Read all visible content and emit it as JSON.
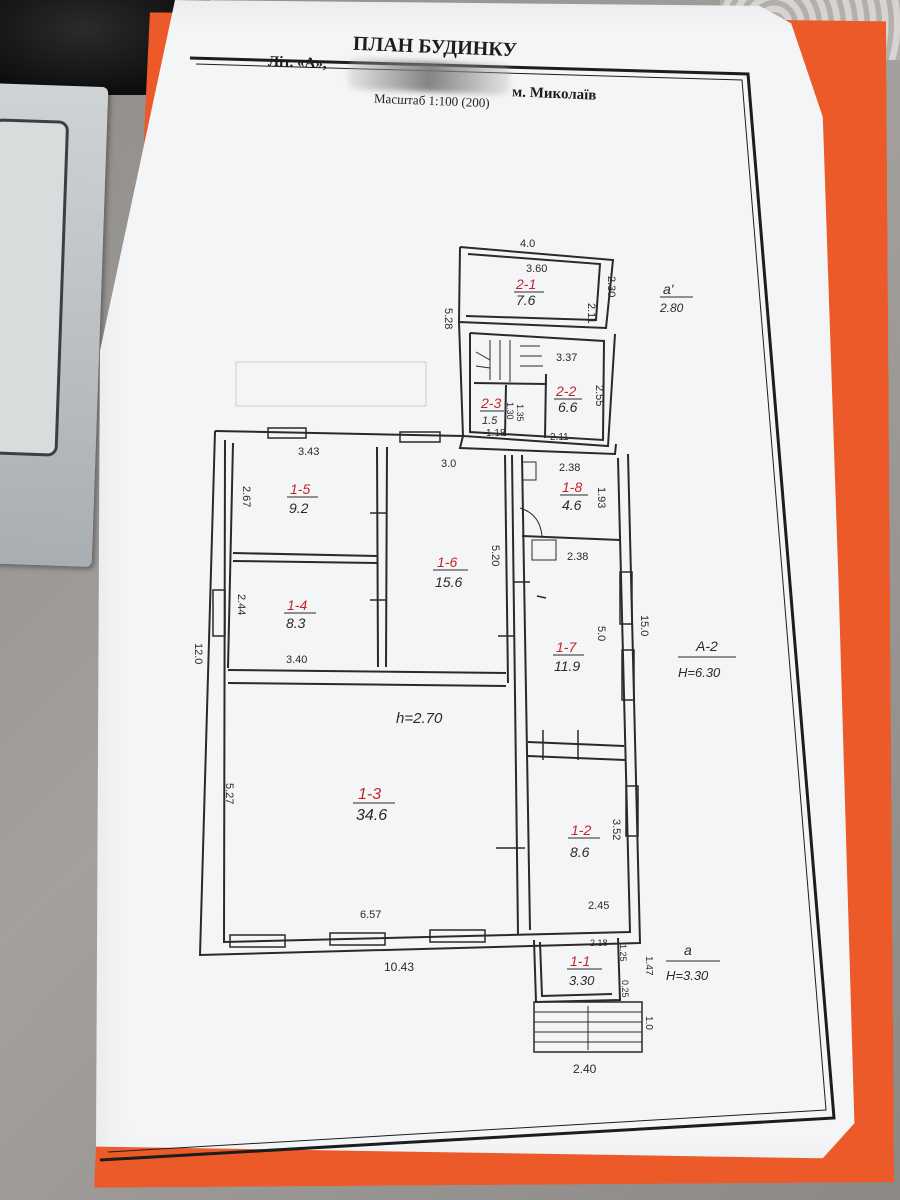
{
  "document": {
    "title": "ПЛАН БУДИНКУ",
    "subtitle_left": "Літ. «А»,",
    "subtitle_right": "м. Миколаїв",
    "scale": "Масштаб 1:100 (200)"
  },
  "plan": {
    "ceiling_height": "h=2.70",
    "rooms": [
      {
        "id": "2-1",
        "area": "7.6"
      },
      {
        "id": "2-2",
        "area": "6.6"
      },
      {
        "id": "2-3",
        "area": "1.5"
      },
      {
        "id": "1-5",
        "area": "9.2"
      },
      {
        "id": "1-6",
        "area": "15.6"
      },
      {
        "id": "1-8",
        "area": "4.6"
      },
      {
        "id": "1-4",
        "area": "8.3"
      },
      {
        "id": "1-7",
        "area": "11.9"
      },
      {
        "id": "1-3",
        "area": "34.6"
      },
      {
        "id": "1-2",
        "area": "8.6"
      },
      {
        "id": "1-1",
        "area": "3.30"
      }
    ],
    "dimensions": [
      "4.0",
      "3.60",
      "2.30",
      "2.11",
      "5.28",
      "3.37",
      "2.55",
      "1.30",
      "1.35",
      "1.18",
      "2.11",
      "3.43",
      "3.0",
      "2.38",
      "1.93",
      "2.67",
      "2.38",
      "5.20",
      "2.44",
      "3.40",
      "5.0",
      "15.0",
      "12.0",
      "5.27",
      "6.57",
      "3.52",
      "2.45",
      "2.18",
      "1.25",
      "0.25",
      "1.47",
      "10.43",
      "1.0",
      "2.40"
    ],
    "outer_labels": [
      {
        "id": "а'",
        "value": "2.80"
      },
      {
        "id": "А-2",
        "value": "Н=6.30"
      },
      {
        "id": "а",
        "value": "Н=3.30"
      }
    ]
  },
  "colors": {
    "ink": "#2a2a2a",
    "red_marks": "#c8232c",
    "book_cover": "#ec5a2a",
    "paper": "#f4f5f6"
  }
}
